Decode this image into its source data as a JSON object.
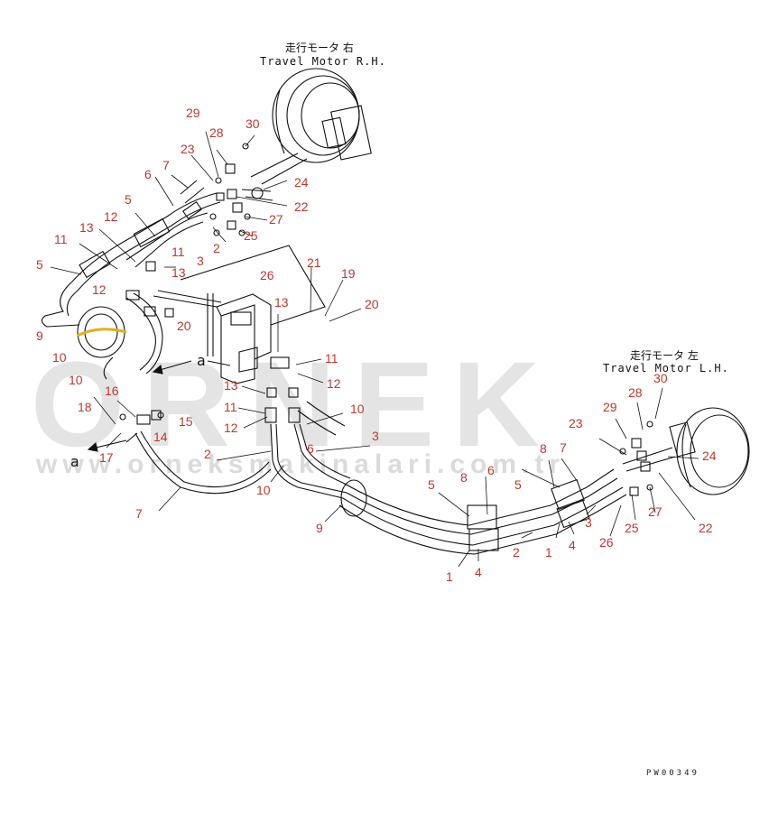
{
  "titles": {
    "rh_ja": "走行モータ 右",
    "rh_en": "Travel Motor R.H.",
    "lh_ja": "走行モータ 左",
    "lh_en": "Travel Motor L.H."
  },
  "watermark": {
    "brand": "ORNEK",
    "url": "www.orneksmakinalari.com.tr"
  },
  "drawing_code": "PW00349",
  "view_mark": "a",
  "callouts": [
    {
      "id": "c1",
      "text": "29"
    },
    {
      "id": "c2",
      "text": "28"
    },
    {
      "id": "c3",
      "text": "30"
    },
    {
      "id": "c4",
      "text": "23"
    },
    {
      "id": "c5",
      "text": "7"
    },
    {
      "id": "c6",
      "text": "6"
    },
    {
      "id": "c7",
      "text": "5"
    },
    {
      "id": "c8",
      "text": "24"
    },
    {
      "id": "c9",
      "text": "22"
    },
    {
      "id": "c10",
      "text": "27"
    },
    {
      "id": "c11",
      "text": "25"
    },
    {
      "id": "c12",
      "text": "12"
    },
    {
      "id": "c13",
      "text": "13"
    },
    {
      "id": "c14",
      "text": "11"
    },
    {
      "id": "c15",
      "text": "11"
    },
    {
      "id": "c16",
      "text": "2"
    },
    {
      "id": "c17",
      "text": "3"
    },
    {
      "id": "c18",
      "text": "5"
    },
    {
      "id": "c19",
      "text": "13"
    },
    {
      "id": "c20",
      "text": "26"
    },
    {
      "id": "c21",
      "text": "12"
    },
    {
      "id": "c22",
      "text": "21"
    },
    {
      "id": "c23",
      "text": "19"
    },
    {
      "id": "c24",
      "text": "13"
    },
    {
      "id": "c25",
      "text": "20"
    },
    {
      "id": "c26",
      "text": "20"
    },
    {
      "id": "c27",
      "text": "9"
    },
    {
      "id": "c28",
      "text": "10"
    },
    {
      "id": "c29",
      "text": "10"
    },
    {
      "id": "c30",
      "text": "11"
    },
    {
      "id": "c31",
      "text": "12"
    },
    {
      "id": "c32",
      "text": "13"
    },
    {
      "id": "c33",
      "text": "11"
    },
    {
      "id": "c34",
      "text": "12"
    },
    {
      "id": "c35",
      "text": "10"
    },
    {
      "id": "c36",
      "text": "16"
    },
    {
      "id": "c37",
      "text": "18"
    },
    {
      "id": "c38",
      "text": "15"
    },
    {
      "id": "c39",
      "text": "14"
    },
    {
      "id": "c40",
      "text": "17"
    },
    {
      "id": "c41",
      "text": "2"
    },
    {
      "id": "c42",
      "text": "6"
    },
    {
      "id": "c43",
      "text": "3"
    },
    {
      "id": "c44",
      "text": "10"
    },
    {
      "id": "c45",
      "text": "7"
    },
    {
      "id": "c46",
      "text": "9"
    },
    {
      "id": "c47",
      "text": "8"
    },
    {
      "id": "c48",
      "text": "6"
    },
    {
      "id": "c49",
      "text": "5"
    },
    {
      "id": "c50",
      "text": "5"
    },
    {
      "id": "c51",
      "text": "1"
    },
    {
      "id": "c52",
      "text": "4"
    },
    {
      "id": "c53",
      "text": "2"
    },
    {
      "id": "c54",
      "text": "1"
    },
    {
      "id": "c55",
      "text": "8"
    },
    {
      "id": "c56",
      "text": "7"
    },
    {
      "id": "c57",
      "text": "4"
    },
    {
      "id": "c58",
      "text": "3"
    },
    {
      "id": "c59",
      "text": "23"
    },
    {
      "id": "c60",
      "text": "29"
    },
    {
      "id": "c61",
      "text": "28"
    },
    {
      "id": "c62",
      "text": "30"
    },
    {
      "id": "c63",
      "text": "24"
    },
    {
      "id": "c64",
      "text": "27"
    },
    {
      "id": "c65",
      "text": "25"
    },
    {
      "id": "c66",
      "text": "26"
    },
    {
      "id": "c67",
      "text": "22"
    }
  ]
}
